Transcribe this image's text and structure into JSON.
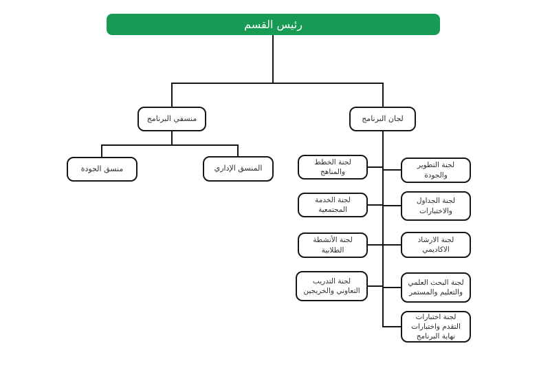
{
  "chart_title": "رئيس القسم",
  "colors": {
    "accent_green": "#169a54",
    "line": "#151515",
    "box_background": "#ffffff",
    "box_text": "#2d2d2d"
  },
  "nodes": {
    "root": {
      "label": "رئيس القسم"
    },
    "coordinators": {
      "label": "منسقي البرنامج",
      "children": [
        {
          "label": "منسق الجودة"
        },
        {
          "label": "المنسق الإداري"
        }
      ]
    },
    "committees": {
      "label": "لجان البرنامج",
      "left": [
        "لجنة الخطط والمناهج",
        "لجنة الخدمة المجتمعية",
        "لجنة الأنشطة الطلابية",
        "لجنة التدريب التعاوني والخريجين"
      ],
      "right": [
        "لجنة التطوير والجودة",
        "لجنة الجداول والاختبارات",
        "لجنة الارشاد الاكاديمي",
        "لجنة البحث العلمي والتعليم والمستمر",
        "لجنة اختبارات التقدم واختبارات نهاية البرنامج"
      ]
    }
  }
}
